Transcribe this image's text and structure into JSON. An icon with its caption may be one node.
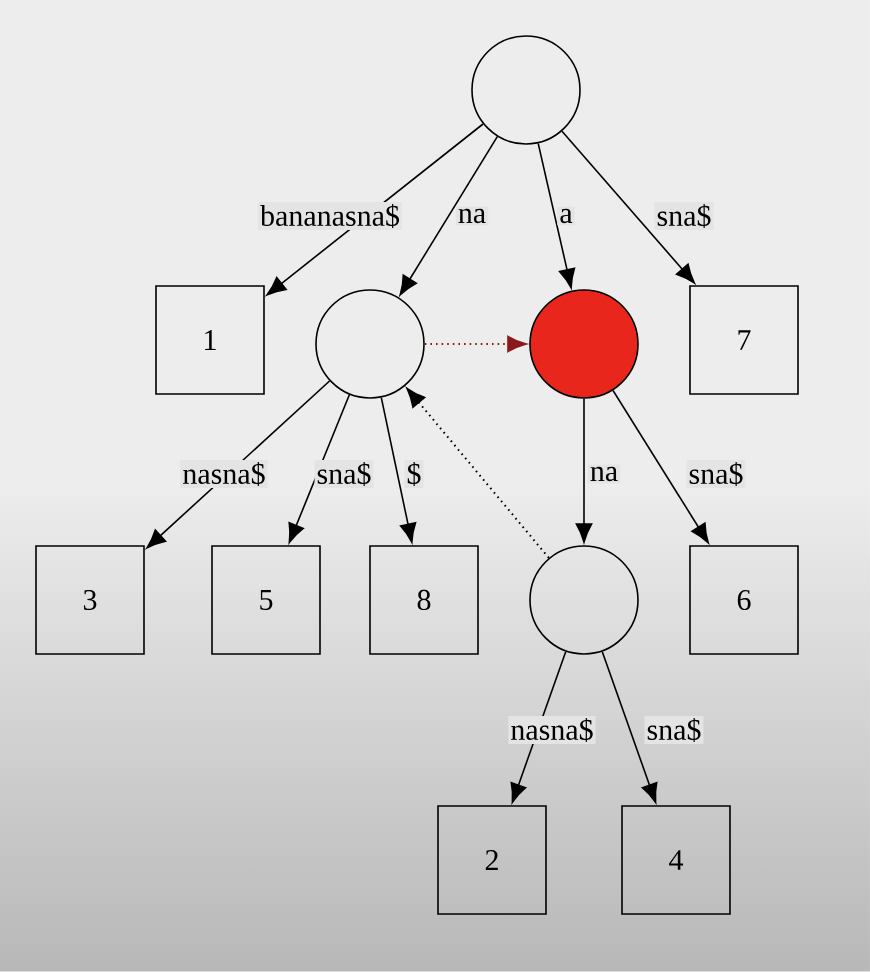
{
  "diagram": {
    "nodes": [
      {
        "text": [],
        "shape": "circle"
      },
      {
        "text": [
          "1"
        ]
      },
      {
        "text": [],
        "shape": "circle"
      },
      {
        "text": [],
        "shape": "circle"
      },
      {
        "text": [
          "7"
        ]
      },
      {
        "text": [
          "3"
        ]
      },
      {
        "text": [
          "5"
        ]
      },
      {
        "text": [
          "8"
        ]
      },
      {
        "text": [],
        "shape": "circle"
      },
      {
        "text": [
          "6"
        ]
      },
      {
        "text": [
          "2"
        ]
      },
      {
        "text": [
          "4"
        ]
      }
    ],
    "edges": [
      {
        "from": 0,
        "to": 1,
        "arrow": "to",
        "label": "bananasna$"
      },
      {
        "from": 0,
        "to": 2,
        "arrow": "to",
        "label": "na"
      },
      {
        "from": 0,
        "to": 3,
        "arrow": "to",
        "label": "a"
      },
      {
        "from": 0,
        "to": 4,
        "arrow": "to",
        "label": "sna$"
      },
      {
        "from": 2,
        "to": 3,
        "arrow": "to",
        "style": "dashed",
        "color": "#8b1a1a"
      },
      {
        "from": 2,
        "to": 5,
        "arrow": "to",
        "label": "nasna$"
      },
      {
        "from": 2,
        "to": 6,
        "arrow": "to",
        "label": "sna$"
      },
      {
        "from": 2,
        "to": 7,
        "arrow": "to",
        "label": "$"
      },
      {
        "from": 8,
        "to": 2,
        "arrow": "to",
        "style": "dashed"
      },
      {
        "from": 3,
        "to": 8,
        "arrow": "to",
        "label": "na"
      },
      {
        "from": 3,
        "to": 9,
        "arrow": "to",
        "label": "sna$"
      },
      {
        "from": 8,
        "to": 10,
        "arrow": "to",
        "label": "nasna$"
      },
      {
        "from": 8,
        "to": 11,
        "arrow": "to",
        "label": "sna$"
      }
    ]
  }
}
